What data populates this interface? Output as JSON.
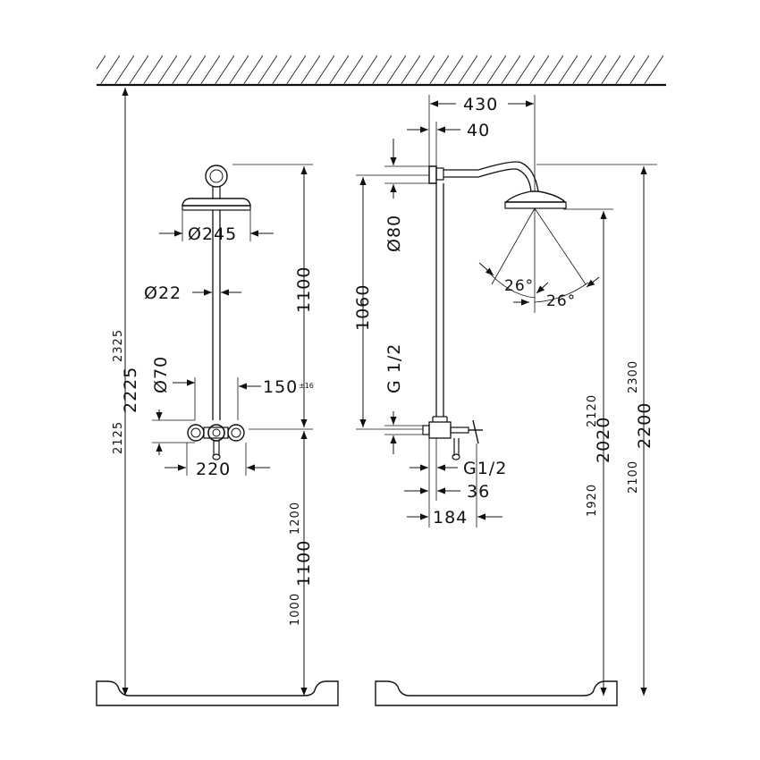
{
  "left_view": {
    "head_diameter": "Ø245",
    "pipe_diameter": "Ø22",
    "shower_height_1100": "1100",
    "rosette_diameter": "Ø70",
    "spacing": "150",
    "spacing_tolerance": "±16",
    "centre_distance": "220",
    "height_min": "2125",
    "height_nominal": "2225",
    "height_max": "2325",
    "valve_height_min": "1000",
    "valve_height_nominal": "1100",
    "valve_height_max": "1200"
  },
  "right_view": {
    "arm_reach": "430",
    "wall_offset": "40",
    "head_drop": "Ø80",
    "riser_length": "1060",
    "thread_upper": "G 1/2",
    "thread_lower": "G1/2",
    "projection_small": "36",
    "projection_total": "184",
    "spray_angle_left": "26°",
    "spray_angle_right": "26°",
    "head_height_min": "1920",
    "head_height_nominal": "2020",
    "head_height_max": "2120",
    "total_height_min": "2100",
    "total_height_nominal": "2200",
    "total_height_max": "2300"
  }
}
